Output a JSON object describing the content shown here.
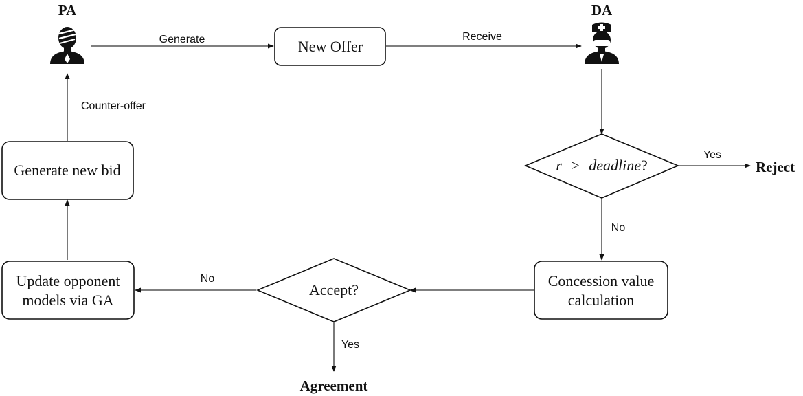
{
  "agents": {
    "pa": {
      "label": "PA",
      "icon": "patient-icon"
    },
    "da": {
      "label": "DA",
      "icon": "doctor-icon"
    }
  },
  "nodes": {
    "new_offer": "New Offer",
    "generate_bid": "Generate new bid",
    "condition": {
      "var": "r",
      "op": ">",
      "term": "deadline",
      "suffix": "?"
    },
    "concession_line1": "Concession value",
    "concession_line2": "calculation",
    "accept": "Accept?",
    "update_line1": "Update opponent",
    "update_line2": "models via GA"
  },
  "edges": {
    "generate": "Generate",
    "receive": "Receive",
    "counter_offer": "Counter-offer",
    "yes_reject": "Yes",
    "no_concession": "No",
    "no_update": "No",
    "yes_agreement": "Yes"
  },
  "outcomes": {
    "reject": "Reject",
    "agreement": "Agreement"
  }
}
